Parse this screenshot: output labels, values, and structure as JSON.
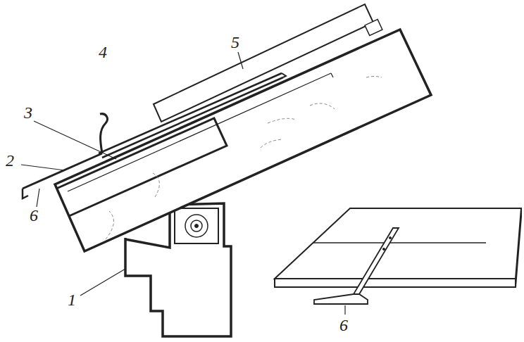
{
  "diagram": {
    "labels": [
      "5",
      "4",
      "3",
      "2",
      "6",
      "1",
      "6"
    ]
  }
}
